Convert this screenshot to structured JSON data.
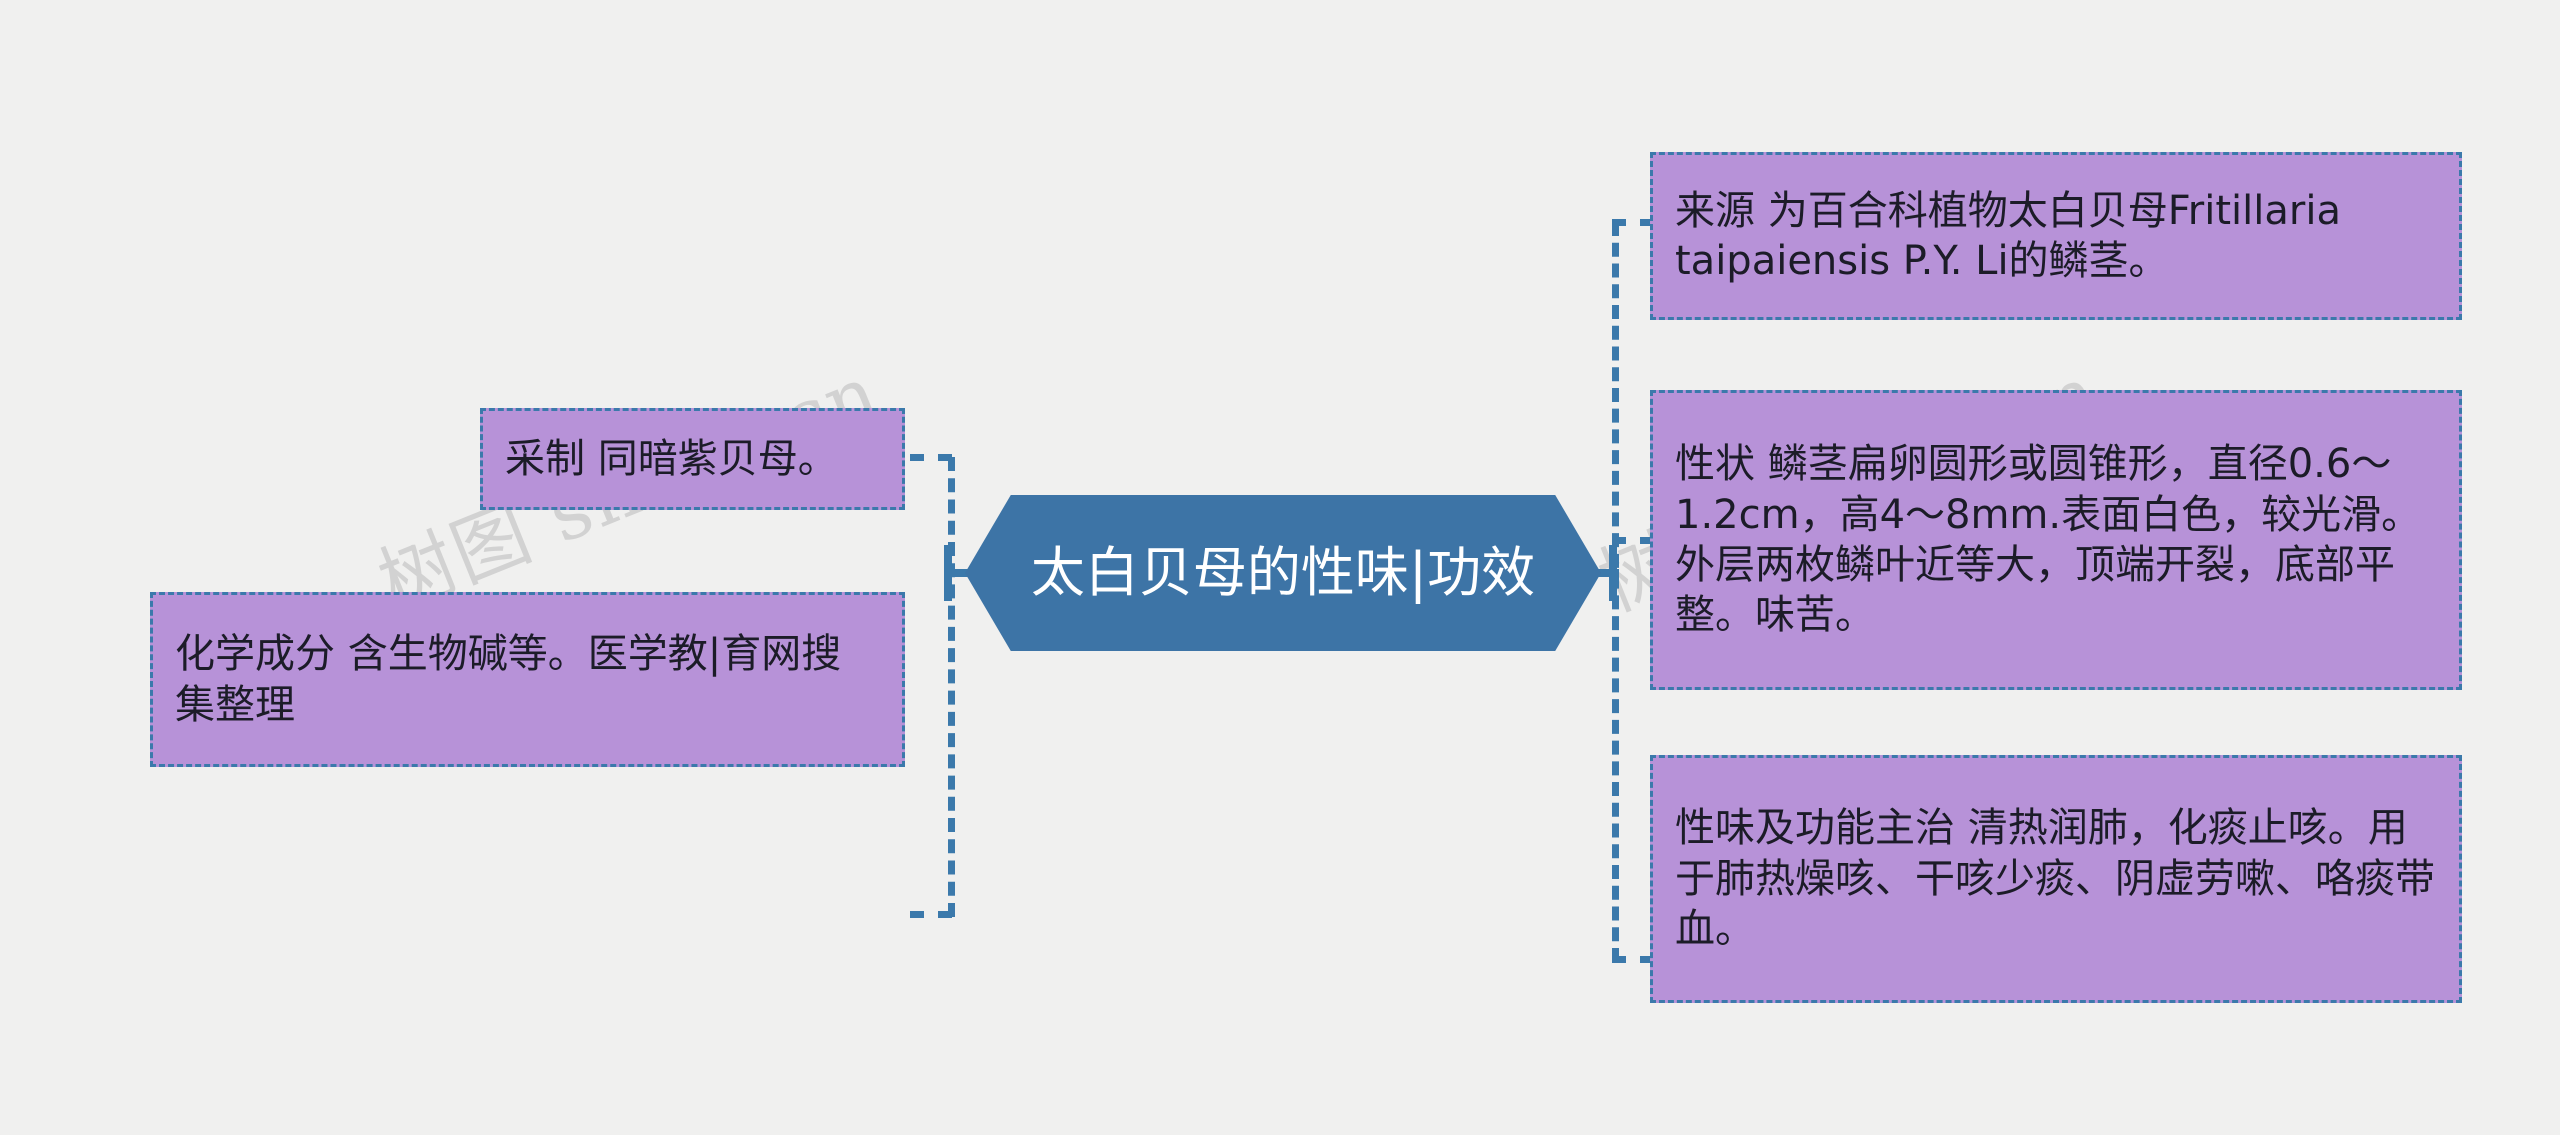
{
  "background_color": "#f0f0ef",
  "accent_color": "#3d74a6",
  "leaf_fill_color": "#b792d8",
  "border_color": "#3b79ab",
  "center": {
    "label": "太白贝母的性味|功效"
  },
  "branches": {
    "right": [
      {
        "id": "source",
        "text": "来源 为百合科植物太白贝母Fritillaria taipaiensis P.Y. Li的鳞茎。"
      },
      {
        "id": "traits",
        "text": "性状 鳞茎扁卵圆形或圆锥形，直径0.6～1.2cm，高4～8mm.表面白色，较光滑。外层两枚鳞叶近等大，顶端开裂，底部平整。味苦。"
      },
      {
        "id": "function",
        "text": "性味及功能主治 清热润肺，化痰止咳。用于肺热燥咳、干咳少痰、阴虚劳嗽、咯痰带血。"
      }
    ],
    "left": [
      {
        "id": "harvest",
        "text": "采制 同暗紫贝母。"
      },
      {
        "id": "chem",
        "text": "化学成分 含生物碱等。医学教|育网搜集整理"
      }
    ]
  },
  "watermarks": {
    "left": "树图 shutu.cn",
    "right": "树图 shutu.cn"
  }
}
